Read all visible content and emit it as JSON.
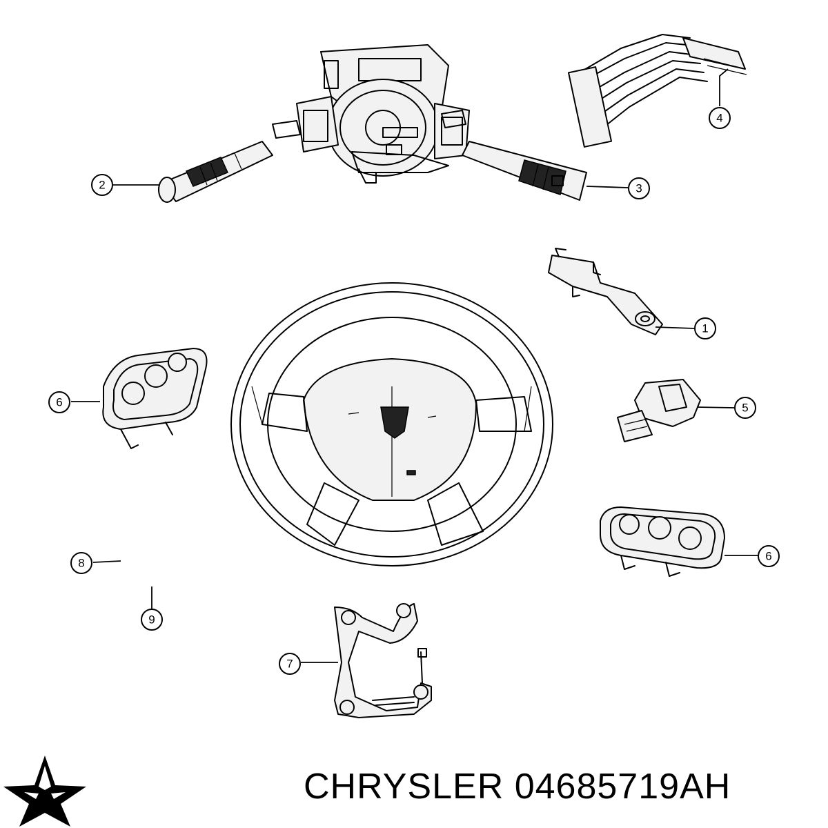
{
  "diagram": {
    "callouts": [
      {
        "id": "callout-1",
        "label": "1"
      },
      {
        "id": "callout-2",
        "label": "2"
      },
      {
        "id": "callout-3",
        "label": "3"
      },
      {
        "id": "callout-4",
        "label": "4"
      },
      {
        "id": "callout-5",
        "label": "5"
      },
      {
        "id": "callout-6a",
        "label": "6"
      },
      {
        "id": "callout-6b",
        "label": "6"
      },
      {
        "id": "callout-7",
        "label": "7"
      },
      {
        "id": "callout-8",
        "label": "8"
      },
      {
        "id": "callout-9",
        "label": "9"
      }
    ]
  },
  "footer": {
    "brand": "CHRYSLER",
    "part_number": "04685719AH",
    "logo_icon": "chrysler-pentastar-icon"
  },
  "colors": {
    "line": "#000000",
    "background": "#ffffff"
  }
}
